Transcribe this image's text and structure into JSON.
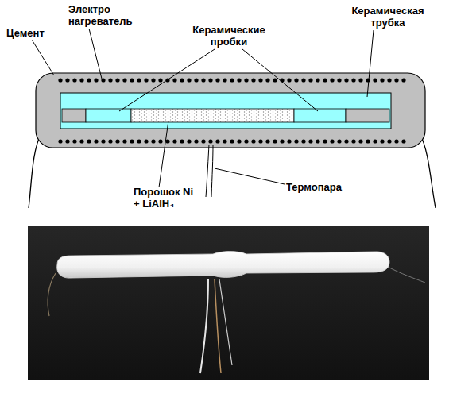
{
  "diagram": {
    "labels": [
      "Электро нагреватель",
      "Цемент",
      "Керамические пробки",
      "Керамическая трубка",
      "Порошок Ni + LiAlH₄",
      "Термопара"
    ]
  }
}
